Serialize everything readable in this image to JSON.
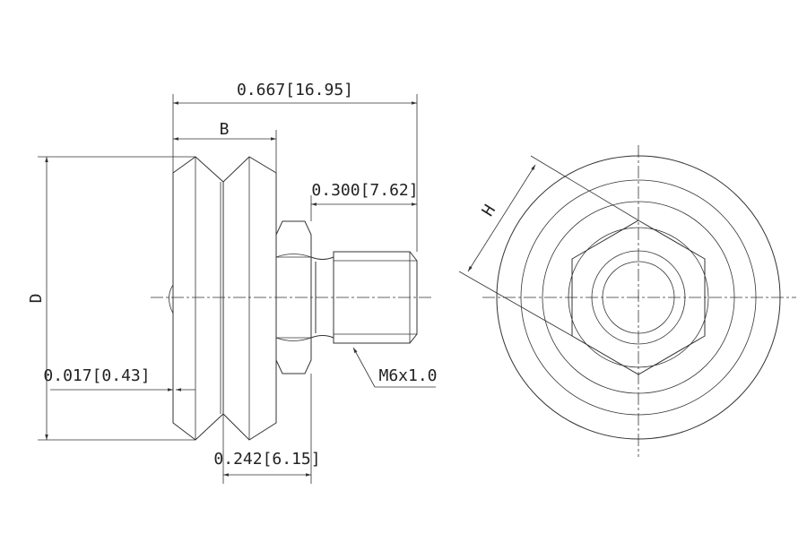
{
  "drawing": {
    "dims": {
      "overall_length": "0.667[16.95]",
      "wheel_width": "B",
      "stud_length": "0.300[7.62]",
      "diameter": "D",
      "offset": "0.017[0.43]",
      "hub_width": "0.242[6.15]",
      "thread": "M6x1.0",
      "hex_size": "H"
    }
  }
}
